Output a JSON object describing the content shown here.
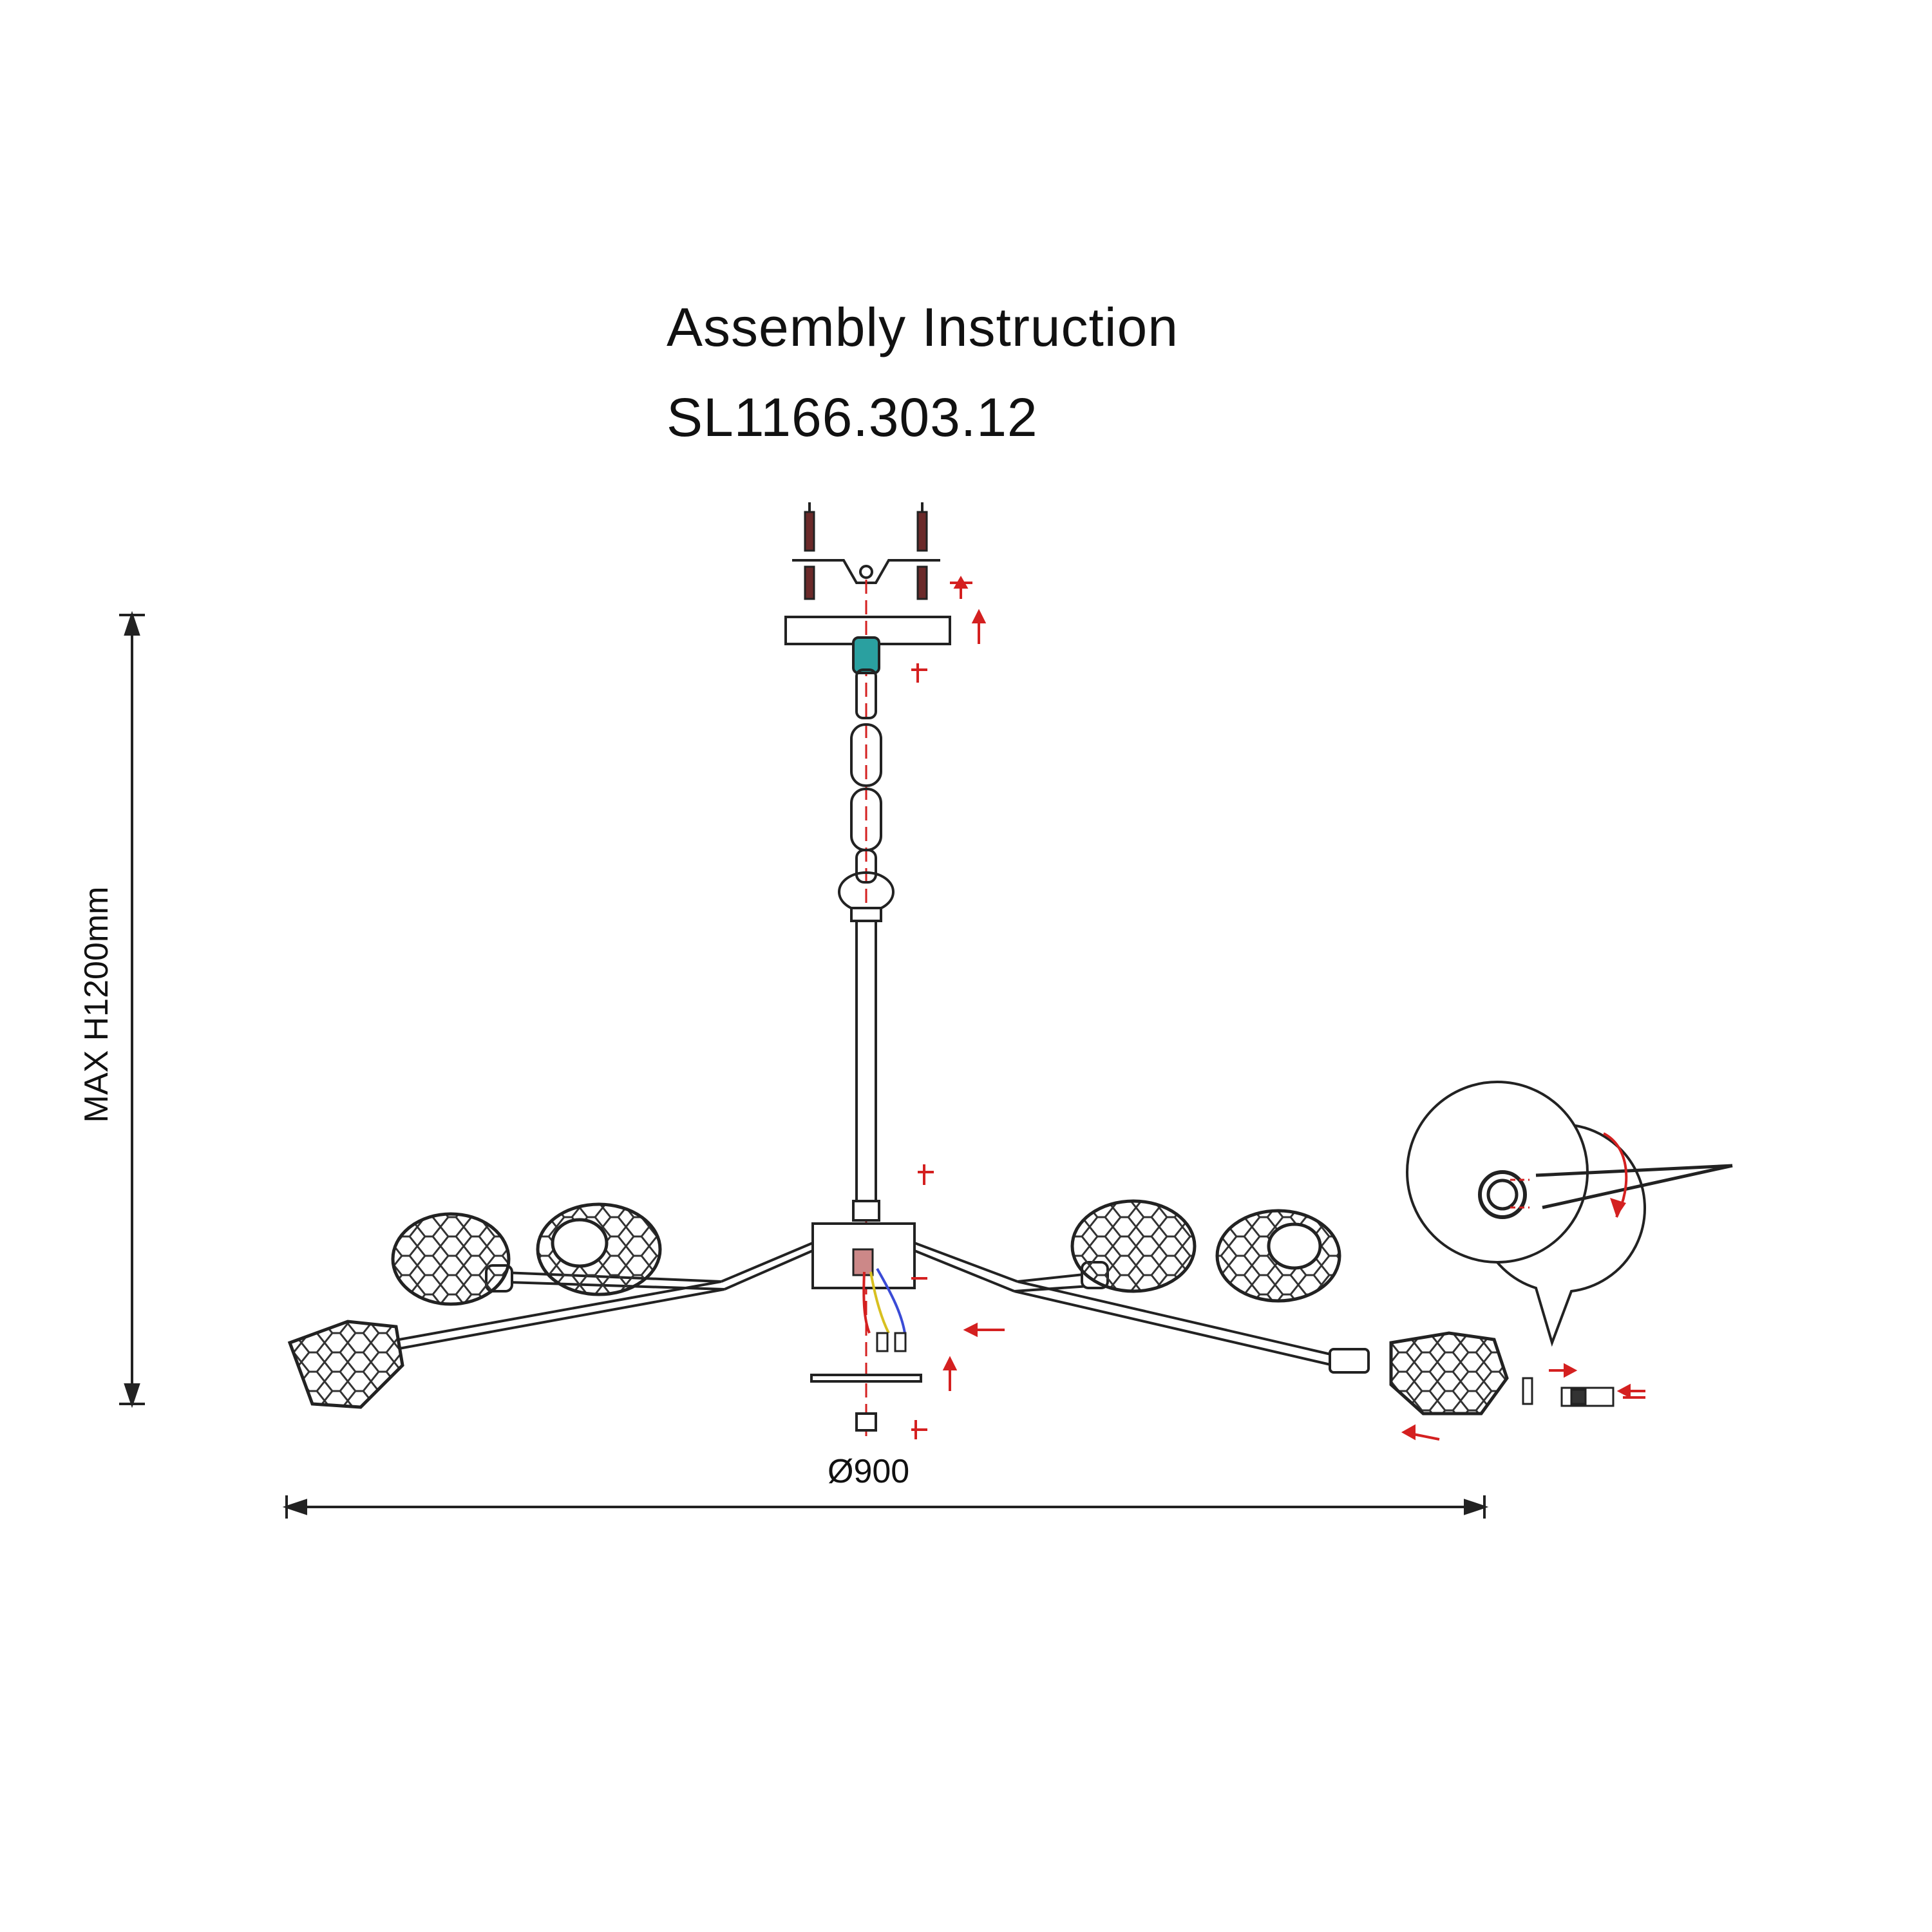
{
  "header": {
    "title": "Assembly Instruction",
    "model": "SL1166.303.12"
  },
  "dimensions": {
    "height_label": "MAX H1200mm",
    "diameter_label": "Ø900"
  },
  "colors": {
    "line": "#222222",
    "guide": "#d42020",
    "wire_blue": "#3a4bd6",
    "wire_yellow": "#d8c020",
    "wire_teal": "#22a0a0"
  }
}
